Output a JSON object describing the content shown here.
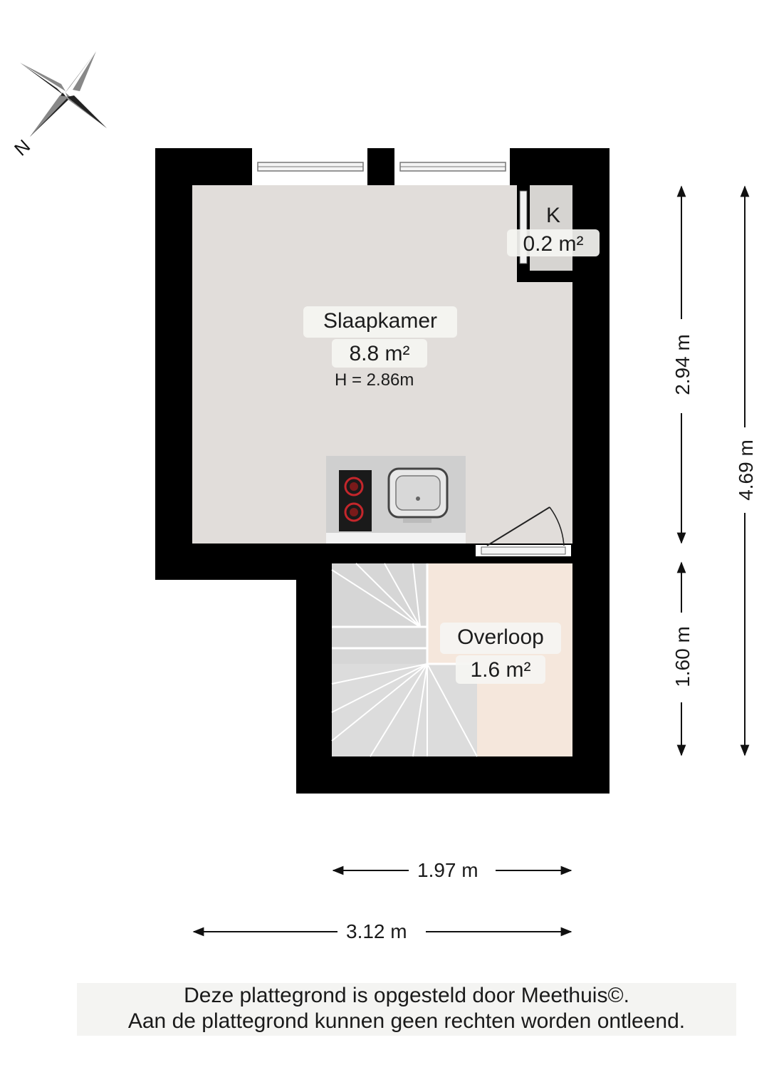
{
  "compass": {
    "north_label": "N"
  },
  "rooms": {
    "slaapkamer": {
      "name": "Slaapkamer",
      "area": "8.8 m²",
      "height": "H = 2.86m",
      "color": "#e1ddda"
    },
    "kast": {
      "name": "K",
      "area": "0.2 m²",
      "color": "#d6d4d1"
    },
    "overloop": {
      "name": "Overloop",
      "area": "1.6 m²",
      "color": "#f5e7dc"
    }
  },
  "dimensions": {
    "height_upper": "2.94 m",
    "height_lower": "1.60 m",
    "height_total": "4.69 m",
    "width_lower": "1.97 m",
    "width_total": "3.12 m"
  },
  "disclaimer": {
    "line1": "Deze plattegrond is opgesteld door Meethuis©.",
    "line2": "Aan de plattegrond kunnen geen rechten worden ontleend."
  },
  "colors": {
    "wall": "#000000",
    "stairs": "#d9d9d9",
    "kitchen": "#cfcfcf"
  }
}
